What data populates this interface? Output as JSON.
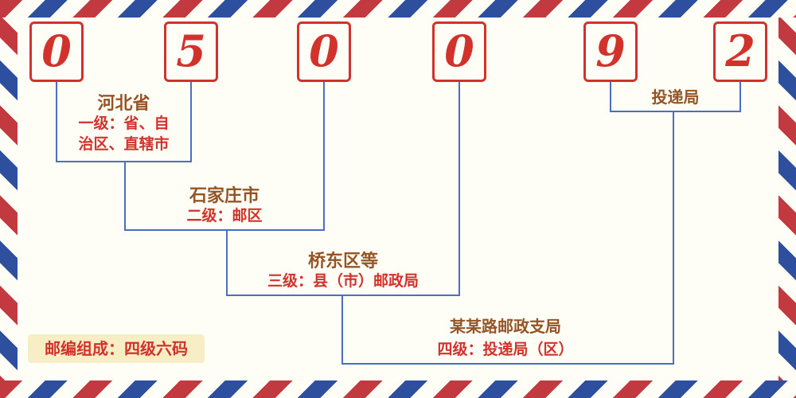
{
  "postal_code": {
    "digits": [
      "0",
      "5",
      "0",
      "0",
      "9",
      "2"
    ]
  },
  "annotations": {
    "level1": {
      "title": "河北省",
      "desc_line1": "一级：省、自",
      "desc_line2": "治区、直辖市"
    },
    "level2": {
      "title": "石家庄市",
      "desc": "二级：邮区"
    },
    "level3": {
      "title": "桥东区等",
      "desc": "三级：县（市）邮政局"
    },
    "level4": {
      "title": "某某路邮政支局",
      "desc": "四级：投递局（区）"
    },
    "delivery": {
      "title": "投递局"
    }
  },
  "footer": {
    "composition": "邮编组成：四级六码"
  },
  "colors": {
    "digit_red": "#d2322c",
    "title_brown": "#955426",
    "desc_red": "#d2322c",
    "line_blue": "#4a6fc0",
    "stripe_red": "#c23a3f",
    "stripe_blue": "#2e4f9e",
    "background": "#fffef6",
    "footer_bg": "#f8eec6"
  }
}
